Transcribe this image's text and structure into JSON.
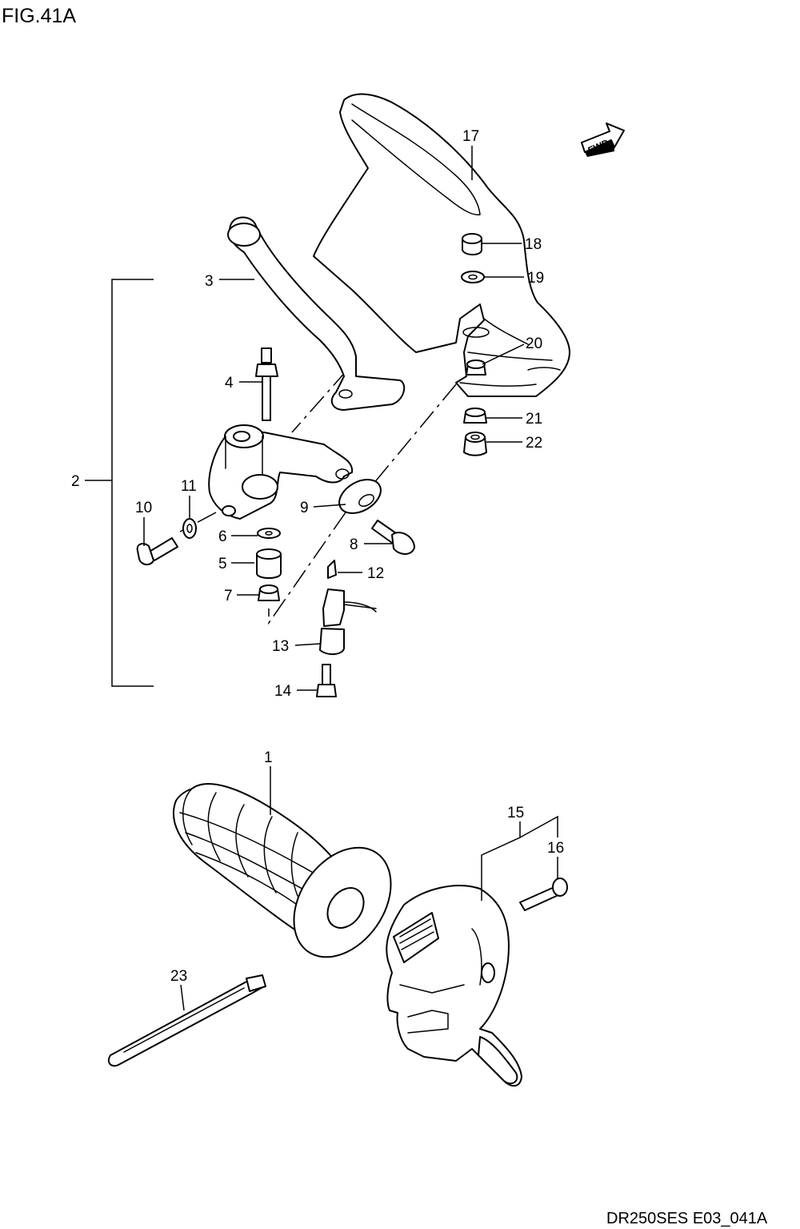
{
  "figure": {
    "title": "FIG.41A",
    "reference": "DR250SES E03_041A"
  },
  "direction_badge": {
    "text": "FWD"
  },
  "callouts": {
    "c1": "1",
    "c2": "2",
    "c3": "3",
    "c4": "4",
    "c5": "5",
    "c6": "6",
    "c7": "7",
    "c8": "8",
    "c9": "9",
    "c10": "10",
    "c11": "11",
    "c12": "12",
    "c13": "13",
    "c14": "14",
    "c15": "15",
    "c16": "16",
    "c17": "17",
    "c18": "18",
    "c19": "19",
    "c20": "20",
    "c21": "21",
    "c22": "22",
    "c23": "23"
  }
}
